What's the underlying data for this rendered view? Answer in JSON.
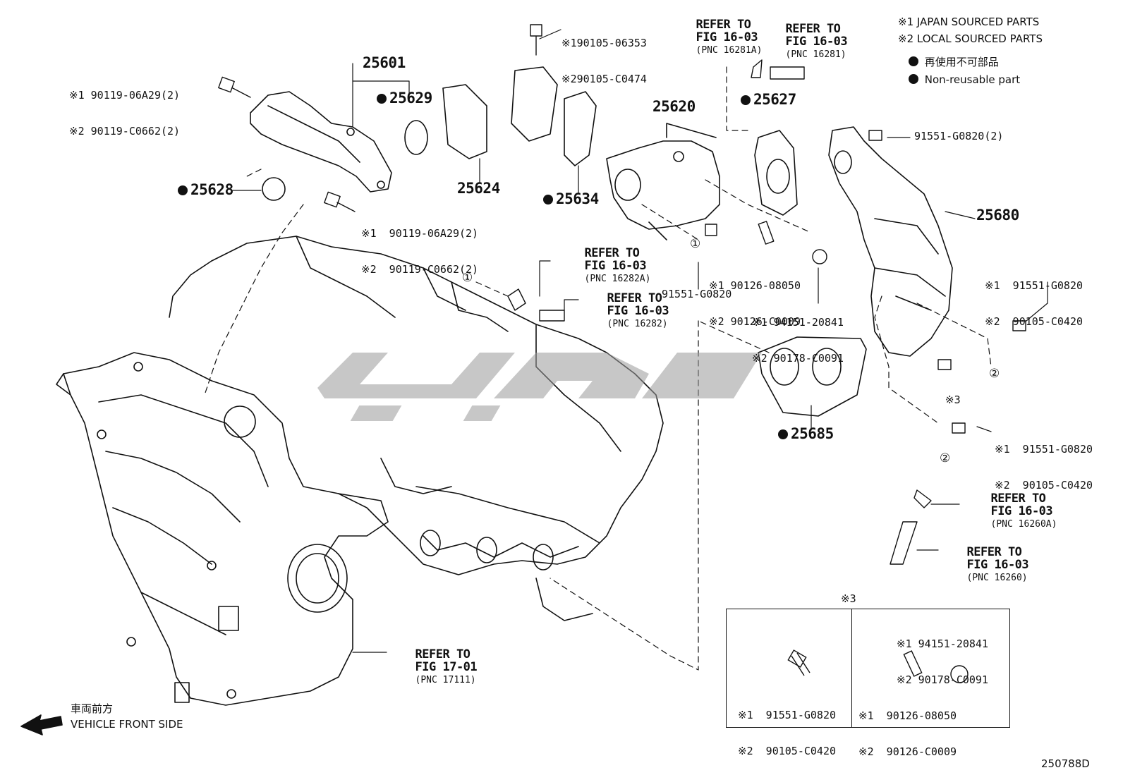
{
  "diagram_id": "250788D",
  "legend": {
    "line1": "※1 JAPAN SOURCED PARTS",
    "line2": "※2 LOCAL SOURCED PARTS",
    "non_reusable_jp": "再使用不可部品",
    "non_reusable_en": "Non-reusable part"
  },
  "parts": {
    "p25601": "25601",
    "p25629": "25629",
    "p25628": "25628",
    "p25624": "25624",
    "p25634": "25634",
    "p25620": "25620",
    "p25627": "25627",
    "p25680": "25680",
    "p25685": "25685"
  },
  "bolts": {
    "top_left": [
      "※1 90119-06A29(2)",
      "※2 90119-C0662(2)"
    ],
    "mid_left": [
      "※1  90119-06A29(2)",
      "※2  90119-C0662(2)"
    ],
    "top_center": [
      "※190105-06353",
      "※290105-C0474"
    ],
    "valve_bolt": "91551-G0820",
    "stud": [
      "※1 90126-08050",
      "※2 90126-C0009"
    ],
    "nut": [
      "※1 94151-20841",
      "※2 90178-C0091"
    ],
    "right_top": "91551-G0820(2)",
    "right_mid": [
      "※1  91551-G0820",
      "※2  90105-C0420"
    ],
    "right_low": [
      "※1  91551-G0820",
      "※2  90105-C0420"
    ],
    "note3": "※3"
  },
  "refs": {
    "r16281a": [
      "REFER TO",
      "FIG 16-03",
      "(PNC 16281A)"
    ],
    "r16281": [
      "REFER TO",
      "FIG 16-03",
      "(PNC 16281)"
    ],
    "r16282a": [
      "REFER TO",
      "FIG 16-03",
      "(PNC 16282A)"
    ],
    "r16282": [
      "REFER TO",
      "FIG 16-03",
      "(PNC 16282)"
    ],
    "r16260a": [
      "REFER TO",
      "FIG 16-03",
      "(PNC 16260A)"
    ],
    "r16260": [
      "REFER TO",
      "FIG 16-03",
      "(PNC 16260)"
    ],
    "r17111": [
      "REFER TO",
      "FIG 17-01",
      "(PNC 17111)"
    ]
  },
  "callouts": {
    "c1": "①",
    "c2": "②"
  },
  "box": {
    "title": "※3",
    "left": [
      "※1  91551-G0820",
      "※2  90105-C0420"
    ],
    "right_top": [
      "※1 94151-20841",
      "※2 90178-C0091"
    ],
    "right_bottom": [
      "※1  90126-08050",
      "※2  90126-C0009"
    ]
  },
  "front": {
    "jp": "車両前方",
    "en": "VEHICLE FRONT SIDE"
  },
  "colors": {
    "ink": "#111111",
    "watermark": "#9a9a9a"
  }
}
